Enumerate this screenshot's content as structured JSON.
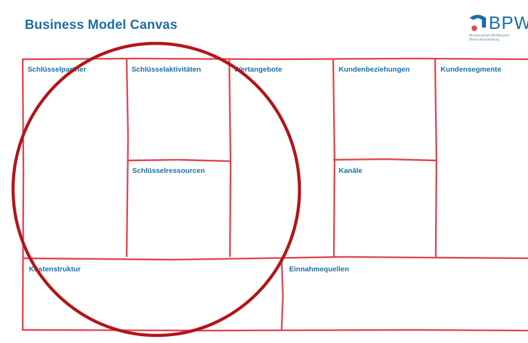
{
  "title": "Business Model Canvas",
  "logo": {
    "text": "BPW",
    "subtitle_line1": "Businessplan-Wettbewerb",
    "subtitle_line2": "Berlin-Brandenburg"
  },
  "blocks": {
    "key_partners": "Schlüsselpartner",
    "key_activities": "Schlüsselaktivitäten",
    "key_resources": "Schlüsselressourcen",
    "value_propositions": "Wertangebote",
    "customer_relationships": "Kundenbeziehungen",
    "channels": "Kanäle",
    "customer_segments": "Kundensegmente",
    "cost_structure": "Kostenstruktur",
    "revenue_streams": "Einnahmequellen"
  },
  "colors": {
    "title": "#1a6fa6",
    "frame_lines": "#e0454f",
    "annotation_circle": "#b3141b"
  }
}
